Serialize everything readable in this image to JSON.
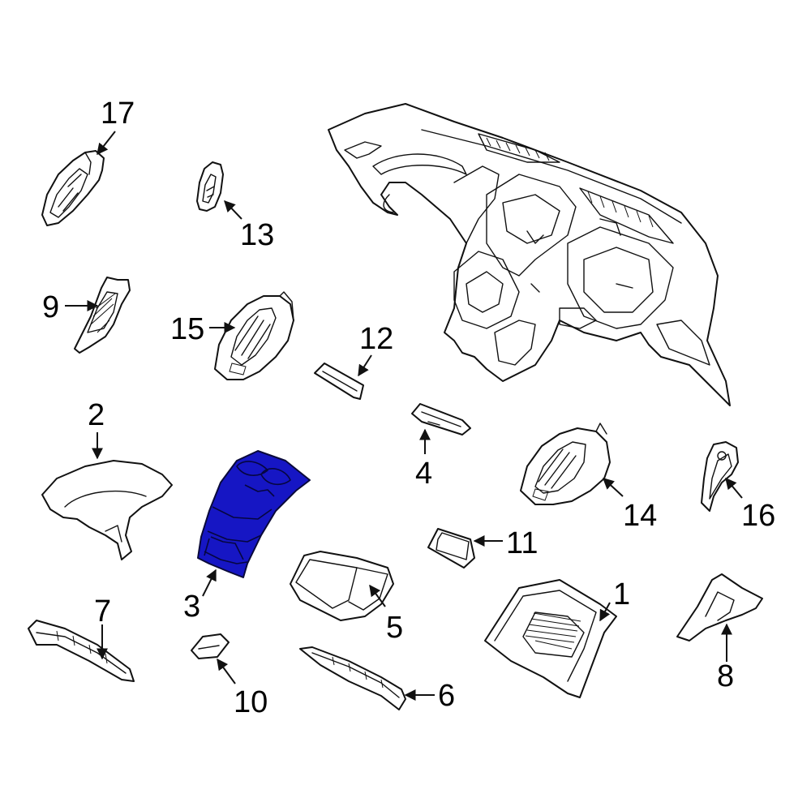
{
  "diagram": {
    "highlight_color": "#1616c4",
    "line_color": "#111111",
    "callouts": [
      {
        "id": "c1",
        "number": "1"
      },
      {
        "id": "c2",
        "number": "2"
      },
      {
        "id": "c3",
        "number": "3"
      },
      {
        "id": "c4",
        "number": "4"
      },
      {
        "id": "c5",
        "number": "5"
      },
      {
        "id": "c6",
        "number": "6"
      },
      {
        "id": "c7",
        "number": "7"
      },
      {
        "id": "c8",
        "number": "8"
      },
      {
        "id": "c9",
        "number": "9"
      },
      {
        "id": "c10",
        "number": "10"
      },
      {
        "id": "c11",
        "number": "11"
      },
      {
        "id": "c12",
        "number": "12"
      },
      {
        "id": "c13",
        "number": "13"
      },
      {
        "id": "c14",
        "number": "14"
      },
      {
        "id": "c15",
        "number": "15"
      },
      {
        "id": "c16",
        "number": "16"
      },
      {
        "id": "c17",
        "number": "17"
      }
    ],
    "highlighted_part": "3"
  }
}
